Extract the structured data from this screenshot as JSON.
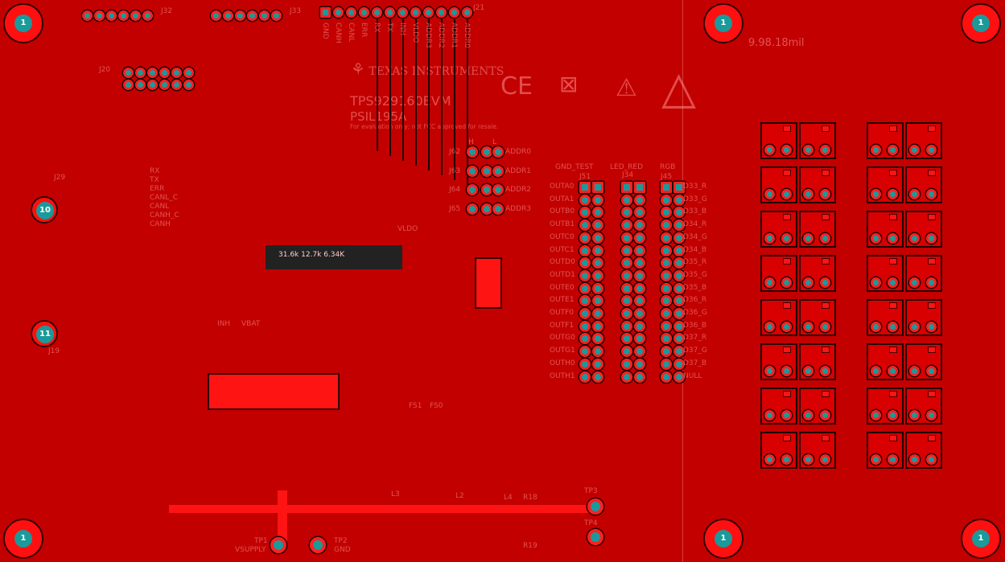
{
  "board": {
    "name": "TPS929160EVM",
    "pcb": "PSIL195A",
    "notice": "For evaluation only; not FCC approved for resale.",
    "logo": "TEXAS INSTRUMENTS",
    "colors": {
      "copper": "#c20000",
      "pad": "#1a9a9a",
      "trace": "#220000"
    }
  },
  "mounting_holes": [
    {
      "label": "1"
    },
    {
      "label": "1"
    },
    {
      "label": "1"
    },
    {
      "label": "1"
    },
    {
      "label": "1"
    },
    {
      "label": "1"
    },
    {
      "label": "10"
    },
    {
      "label": "11"
    }
  ],
  "j21": {
    "ref": "J21",
    "pins": [
      "GND",
      "CANH",
      "CANL",
      "ERR",
      "RX",
      "TX",
      "INH",
      "VLDO",
      "ADDR3",
      "ADDR2",
      "ADDR1",
      "ADDR0"
    ]
  },
  "headers": {
    "j32": "J32",
    "j33": "J33",
    "j20": "J20",
    "j29": "J29",
    "j19": "J19"
  },
  "addr": {
    "labels": [
      "ADDR0",
      "ADDR1",
      "ADDR2",
      "ADDR3"
    ],
    "refs": [
      "J62",
      "J63",
      "J64",
      "J65"
    ],
    "h": "H",
    "l": "L"
  },
  "outputs": {
    "col_titles": [
      "GND_TEST",
      "LED_RED",
      "RGB"
    ],
    "col_refs": [
      "J51",
      "J34",
      "J45"
    ],
    "rows": [
      "OUTA0",
      "OUTA1",
      "OUTB0",
      "OUTB1",
      "OUTC0",
      "OUTC1",
      "OUTD0",
      "OUTD1",
      "OUTE0",
      "OUTE1",
      "OUTF0",
      "OUTF1",
      "OUTG0",
      "OUTG1",
      "OUTH0",
      "OUTH1"
    ],
    "rgb": [
      "D33_R",
      "D33_G",
      "D33_B",
      "D34_R",
      "D34_G",
      "D34_B",
      "D35_R",
      "D35_G",
      "D35_B",
      "D36_R",
      "D36_G",
      "D36_B",
      "D37_R",
      "D37_G",
      "D37_B",
      "NULL"
    ]
  },
  "misc": {
    "res_labels": "31.6k 12.7k 6.34K",
    "tp1": "TP1",
    "vsupply": "VSUPPLY",
    "tp2": "TP2",
    "gnd": "GND",
    "tp3": "TP3",
    "tp4": "TP4",
    "fs1": "FS1",
    "fs0": "FS0",
    "l2": "L2",
    "l3": "L3",
    "l4": "L4",
    "r18": "R18",
    "r19": "R19",
    "vldo": "VLDO",
    "inh": "INH",
    "vbat": "VBAT",
    "dim": "9.98.18mil",
    "side": [
      "RX",
      "TX",
      "ERR",
      "CANL_C",
      "CANL",
      "CANH_C",
      "CANH"
    ]
  }
}
